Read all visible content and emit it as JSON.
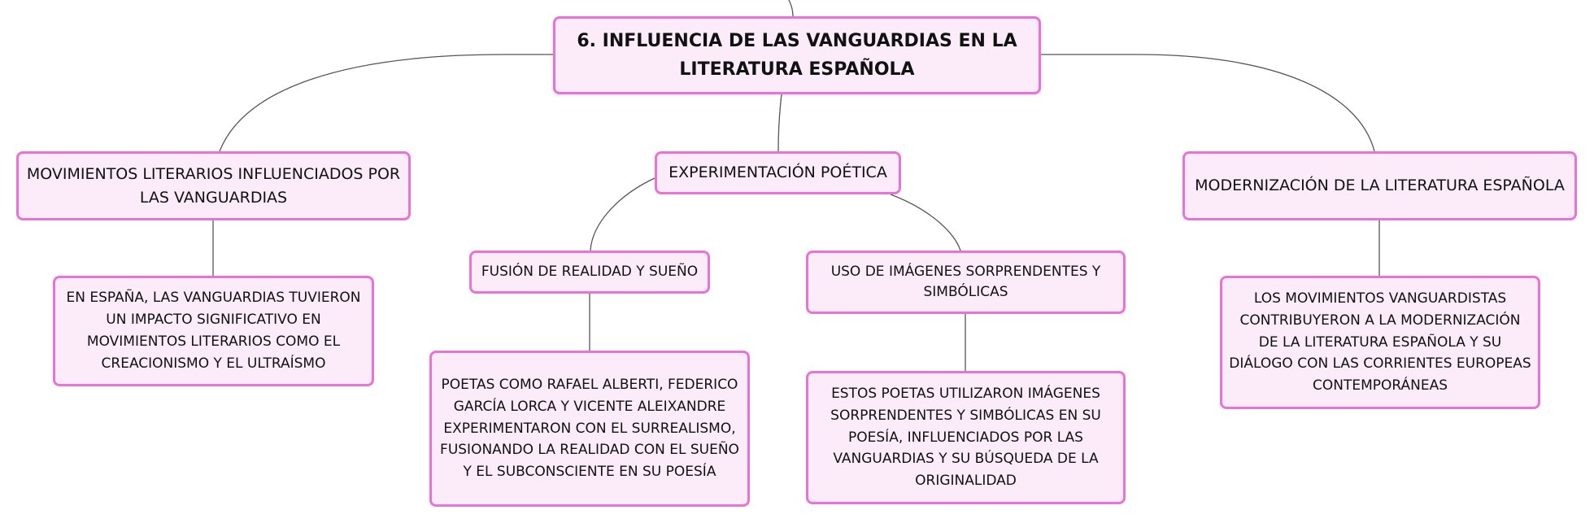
{
  "map": {
    "root": {
      "title": "6. INFLUENCIA DE LAS VANGUARDIAS EN LA LITERATURA ESPAÑOLA"
    },
    "left": {
      "title": "MOVIMIENTOS LITERARIOS INFLUENCIADOS POR LAS VANGUARDIAS",
      "detail": "EN ESPAÑA, LAS VANGUARDIAS TUVIERON UN IMPACTO SIGNIFICATIVO EN MOVIMIENTOS LITERARIOS COMO EL CREACIONISMO Y EL ULTRAÍSMO"
    },
    "center": {
      "title": "EXPERIMENTACIÓN POÉTICA",
      "fusion": {
        "title": "FUSIÓN DE REALIDAD Y SUEÑO",
        "detail": "POETAS COMO RAFAEL ALBERTI, FEDERICO GARCÍA LORCA Y VICENTE ALEIXANDRE EXPERIMENTARON CON EL SURREALISMO, FUSIONANDO LA REALIDAD CON EL SUEÑO Y EL SUBCONSCIENTE EN SU POESÍA"
      },
      "images": {
        "title": "USO DE IMÁGENES SORPRENDENTES Y SIMBÓLICAS",
        "detail": "ESTOS POETAS UTILIZARON IMÁGENES SORPRENDENTES Y SIMBÓLICAS EN SU POESÍA, INFLUENCIADOS POR LAS VANGUARDIAS Y SU BÚSQUEDA DE LA ORIGINALIDAD"
      }
    },
    "right": {
      "title": "MODERNIZACIÓN DE LA LITERATURA ESPAÑOLA",
      "detail": "LOS MOVIMIENTOS VANGUARDISTAS CONTRIBUYERON A LA MODERNIZACIÓN DE LA LITERATURA ESPAÑOLA Y SU DIÁLOGO CON LAS CORRIENTES EUROPEAS CONTEMPORÁNEAS"
    }
  },
  "colors": {
    "node_fill": "#fcecfa",
    "node_border": "#e872d6",
    "connector": "#555555",
    "text": "#111111"
  }
}
